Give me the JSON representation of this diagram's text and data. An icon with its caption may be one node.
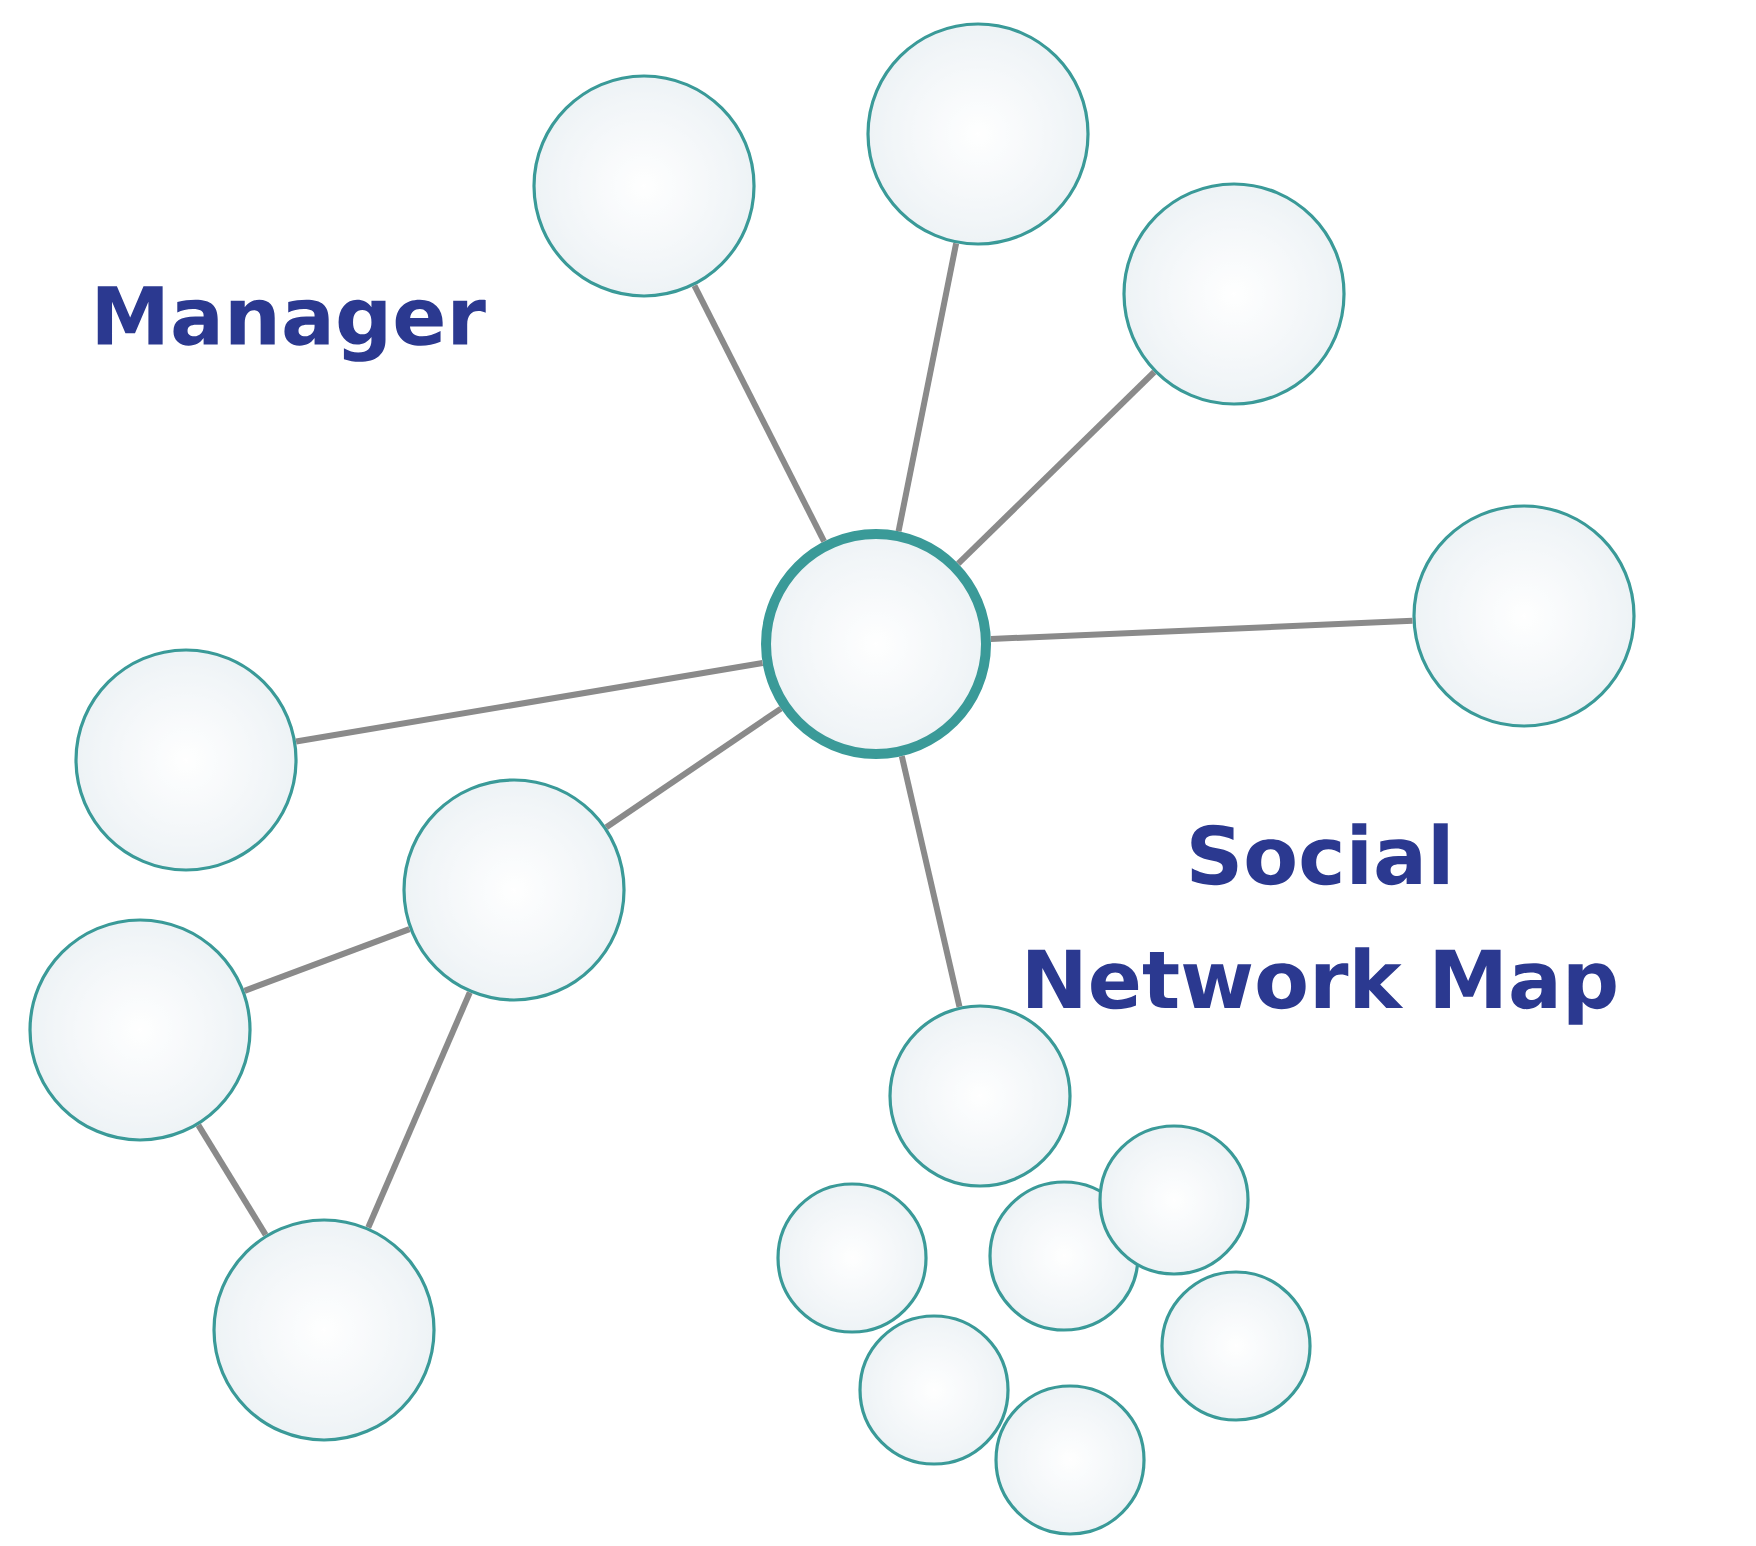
{
  "diagram": {
    "nodes": [
      {
        "text": [],
        "shape": "circle"
      },
      {
        "text": [],
        "shape": "circle"
      },
      {
        "text": [],
        "shape": "circle"
      },
      {
        "text": [],
        "shape": "circle"
      },
      {
        "text": [],
        "shape": "circle"
      },
      {
        "text": [],
        "shape": "circle"
      },
      {
        "text": [],
        "shape": "circle"
      },
      {
        "text": [],
        "shape": "circle"
      },
      {
        "text": [],
        "shape": "circle"
      },
      {
        "text": [],
        "shape": "circle"
      },
      {
        "text": [],
        "shape": "circle"
      },
      {
        "text": [],
        "shape": "circle"
      },
      {
        "text": [],
        "shape": "circle"
      },
      {
        "text": [],
        "shape": "circle"
      },
      {
        "text": [],
        "shape": "circle"
      },
      {
        "text": [],
        "shape": "circle"
      }
    ],
    "edges": [
      {
        "from": 3,
        "to": 0,
        "arrow": "none"
      },
      {
        "from": 3,
        "to": 1,
        "arrow": "none"
      },
      {
        "from": 3,
        "to": 2,
        "arrow": "none"
      },
      {
        "from": 3,
        "to": 4,
        "arrow": "none"
      },
      {
        "from": 3,
        "to": 5,
        "arrow": "none"
      },
      {
        "from": 3,
        "to": 6,
        "arrow": "none"
      },
      {
        "from": 3,
        "to": 9,
        "arrow": "none"
      },
      {
        "from": 6,
        "to": 7,
        "arrow": "none"
      },
      {
        "from": 6,
        "to": 8,
        "arrow": "none"
      },
      {
        "from": 7,
        "to": 8,
        "arrow": "none"
      }
    ],
    "labels": [
      "Manager",
      "Social Network Map"
    ]
  }
}
